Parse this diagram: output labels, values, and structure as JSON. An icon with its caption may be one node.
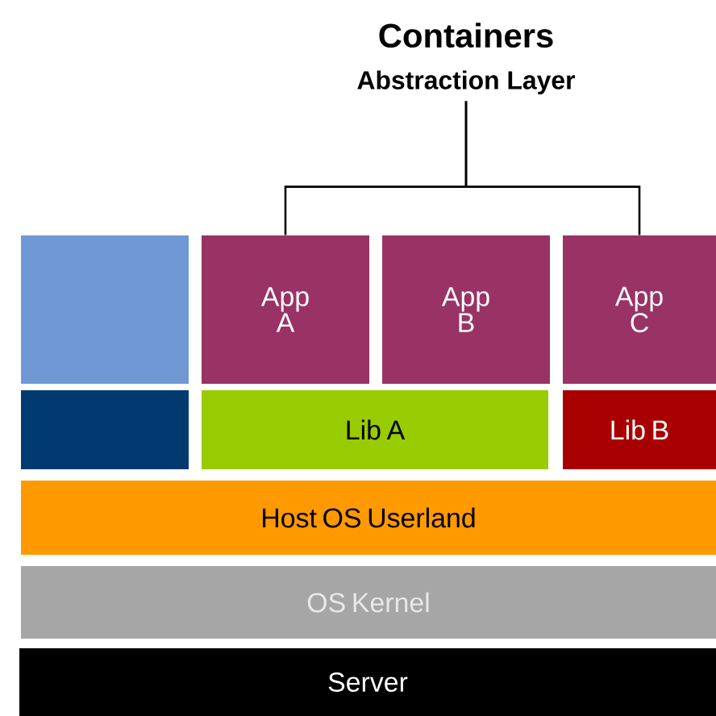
{
  "diagram": {
    "nodes": [
      {
        "text": [
          "Containers",
          "Abstraction Layer"
        ]
      },
      {
        "text": [],
        "shape": "box"
      },
      {
        "text": [
          "App A"
        ]
      },
      {
        "text": [
          "App B"
        ]
      },
      {
        "text": [
          "App C"
        ]
      },
      {
        "text": [],
        "shape": "box"
      },
      {
        "text": [
          "Lib A"
        ]
      },
      {
        "text": [
          "Lib B"
        ]
      },
      {
        "text": [
          "Host OS Userland"
        ]
      },
      {
        "text": [
          "OS Kernel"
        ]
      },
      {
        "text": [
          "Server"
        ]
      }
    ],
    "edges": [
      {
        "from": 0,
        "to": 2,
        "arrow": "none"
      },
      {
        "from": 0,
        "to": 4,
        "arrow": "none"
      }
    ]
  }
}
